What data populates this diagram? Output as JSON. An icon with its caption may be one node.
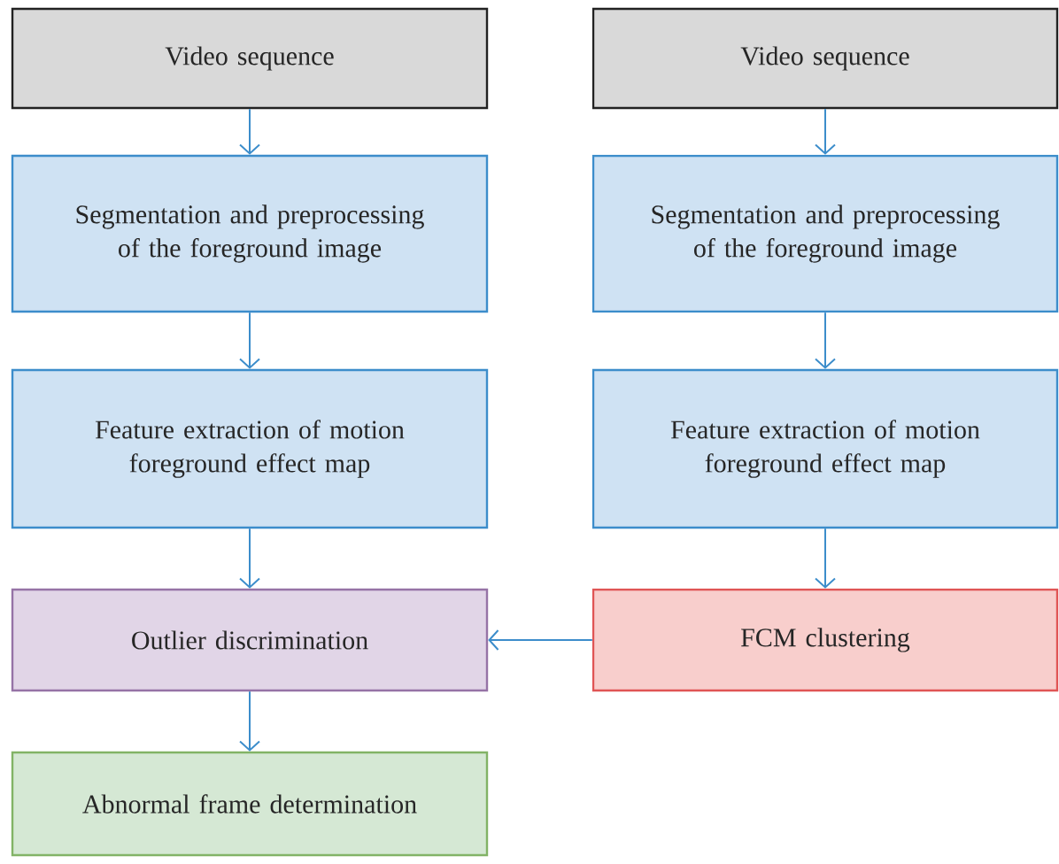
{
  "diagram": {
    "nodes": [
      {
        "text": [
          "Video sequence"
        ]
      },
      {
        "text": [
          "Video sequence"
        ]
      },
      {
        "text": [
          "Segmentation and preprocessing of the foreground image"
        ]
      },
      {
        "text": [
          "Segmentation and preprocessing of the foreground image"
        ]
      },
      {
        "text": [
          "Feature extraction of motion foreground effect map"
        ]
      },
      {
        "text": [
          "Feature extraction of motion foreground effect map"
        ]
      },
      {
        "text": [
          "Outlier discrimination"
        ]
      },
      {
        "text": [
          "FCM clustering"
        ]
      },
      {
        "text": [
          "Abnormal frame determination"
        ]
      }
    ],
    "edges": [
      {
        "from": 0,
        "to": 2,
        "arrow": "to"
      },
      {
        "from": 2,
        "to": 4,
        "arrow": "to"
      },
      {
        "from": 4,
        "to": 6,
        "arrow": "to"
      },
      {
        "from": 6,
        "to": 8,
        "arrow": "to"
      },
      {
        "from": 1,
        "to": 3,
        "arrow": "to"
      },
      {
        "from": 3,
        "to": 5,
        "arrow": "to"
      },
      {
        "from": 5,
        "to": 7,
        "arrow": "to"
      },
      {
        "from": 7,
        "to": 6,
        "arrow": "to"
      }
    ]
  }
}
